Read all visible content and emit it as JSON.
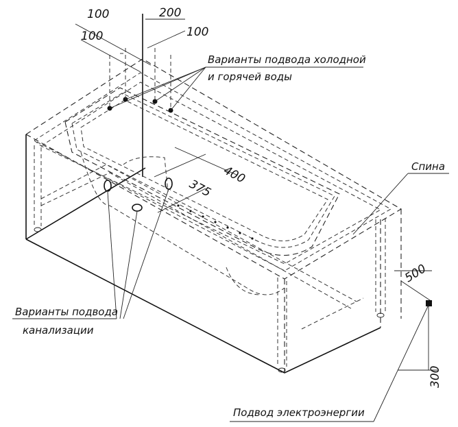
{
  "dimensions": {
    "top_100_left": "100",
    "top_100_lower": "100",
    "top_200": "200",
    "top_100_right": "100",
    "len_400": "400",
    "len_375": "375",
    "side_500": "500",
    "height_300": "300"
  },
  "labels": {
    "water_supply_line1": "Варианты подвода холодной",
    "water_supply_line2": "и горячей воды",
    "back": "Спина",
    "drain_line1": "Варианты подвода",
    "drain_line2": "канализации",
    "power": "Подвод электроэнергии"
  }
}
